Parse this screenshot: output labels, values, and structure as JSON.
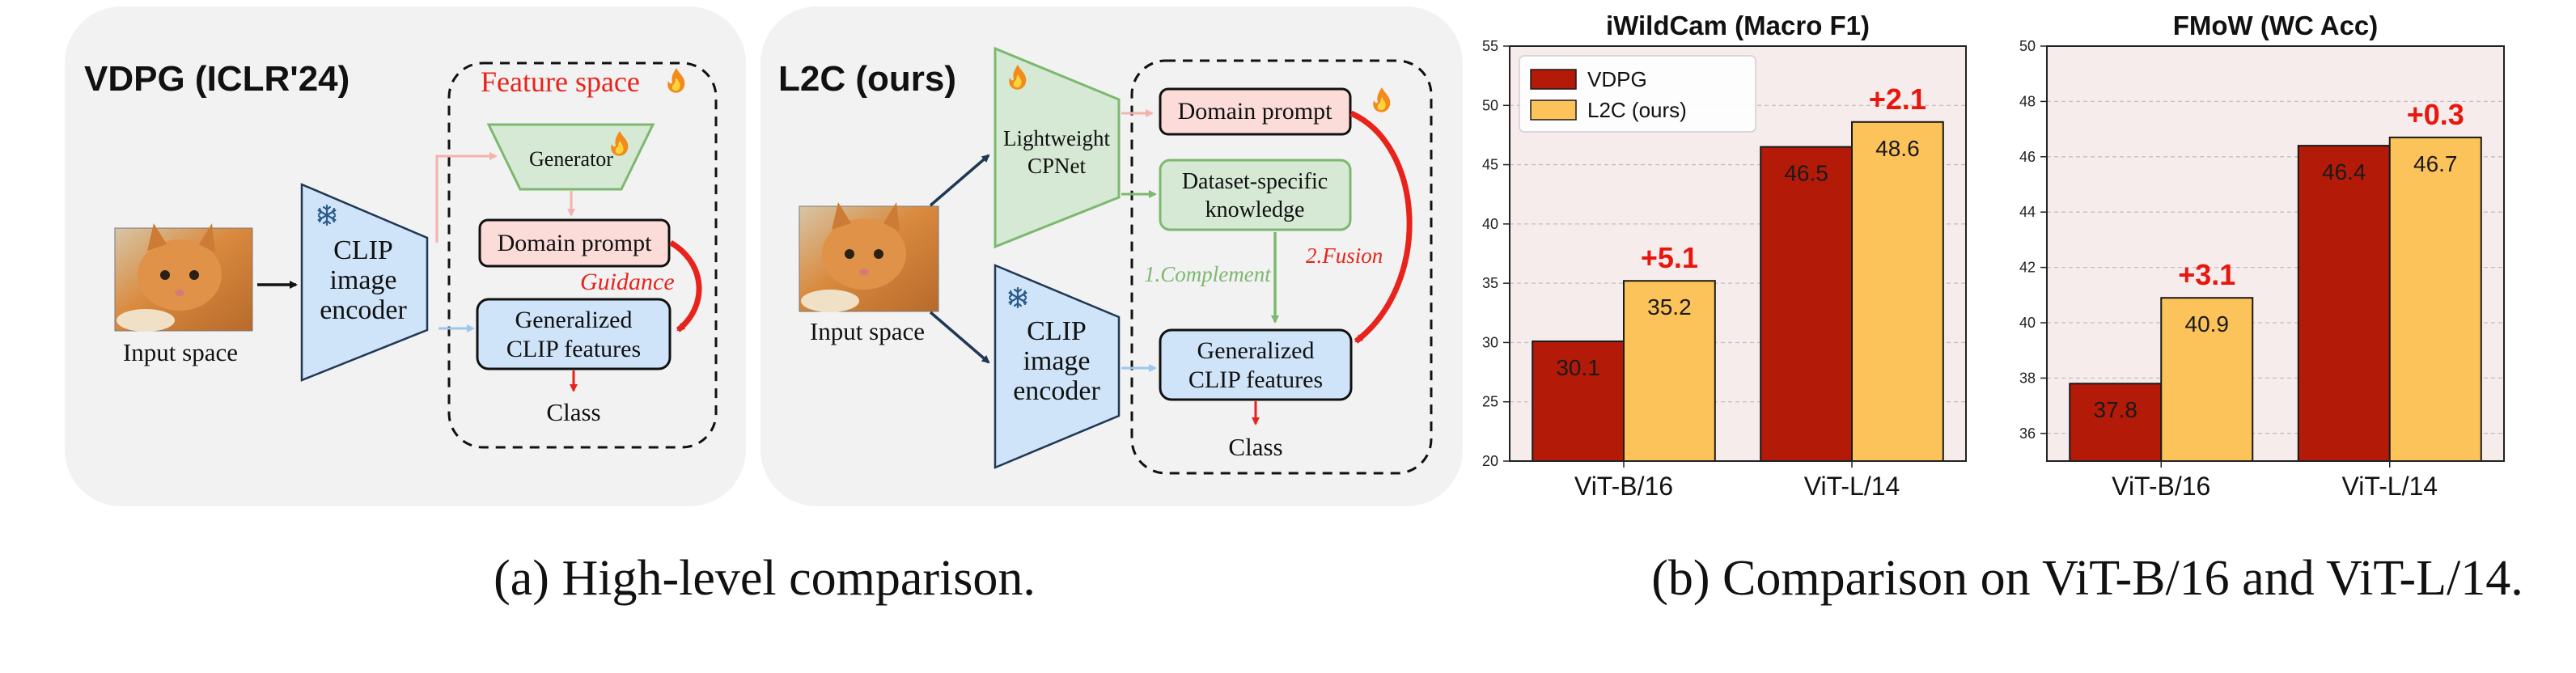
{
  "panel_a": {
    "vdpg": {
      "title": "VDPG (ICLR'24)",
      "feature_space": "Feature space",
      "generator": "Generator",
      "domain_prompt": "Domain prompt",
      "guidance": "Guidance",
      "generalized_line1": "Generalized",
      "generalized_line2": "CLIP features",
      "class": "Class",
      "input_space": "Input space",
      "encoder_line1": "CLIP",
      "encoder_line2": "image",
      "encoder_line3": "encoder"
    },
    "l2c": {
      "title": "L2C (ours)",
      "cpnet_line1": "Lightweight",
      "cpnet_line2": "CPNet",
      "domain_prompt": "Domain prompt",
      "knowledge_line1": "Dataset-specific",
      "knowledge_line2": "knowledge",
      "complement": "1.Complement",
      "fusion": "2.Fusion",
      "generalized_line1": "Generalized",
      "generalized_line2": "CLIP features",
      "class": "Class",
      "input_space": "Input space",
      "encoder_line1": "CLIP",
      "encoder_line2": "image",
      "encoder_line3": "encoder"
    },
    "caption": "(a) High-level comparison."
  },
  "colors": {
    "panel_bg": "#f2f2f2",
    "vdpg_bar": "#b31a08",
    "l2c_bar": "#fbc35a",
    "plot_bg": "#f6ecec",
    "gain_text": "#e8160e",
    "green_fill": "#d5e9d4",
    "green_edge": "#7db86f",
    "blue_fill": "#cfe4f8",
    "pink_fill": "#fbdcd8",
    "navy_arrow": "#1f3854",
    "red_arrow": "#e8231c"
  },
  "chart_data": [
    {
      "type": "bar",
      "title": "iWildCam (Macro F1)",
      "categories": [
        "ViT-B/16",
        "ViT-L/14"
      ],
      "series": [
        {
          "name": "VDPG",
          "values": [
            30.1,
            46.5
          ]
        },
        {
          "name": "L2C (ours)",
          "values": [
            35.2,
            48.6
          ]
        }
      ],
      "value_labels": {
        "VDPG": [
          "30.1",
          "46.5"
        ],
        "L2C (ours)": [
          "35.2",
          "48.6"
        ]
      },
      "gains": [
        "+5.1",
        "+2.1"
      ],
      "ylim": [
        20,
        55
      ],
      "yticks": [
        "20",
        "25",
        "30",
        "35",
        "40",
        "45",
        "50",
        "55"
      ],
      "ytick_values": [
        20,
        25,
        30,
        35,
        40,
        45,
        50,
        55
      ],
      "grid": true,
      "legend": "top-left"
    },
    {
      "type": "bar",
      "title": "FMoW (WC Acc)",
      "categories": [
        "ViT-B/16",
        "ViT-L/14"
      ],
      "series": [
        {
          "name": "VDPG",
          "values": [
            37.8,
            46.4
          ]
        },
        {
          "name": "L2C (ours)",
          "values": [
            40.9,
            46.7
          ]
        }
      ],
      "value_labels": {
        "VDPG": [
          "37.8",
          "46.4"
        ],
        "L2C (ours)": [
          "40.9",
          "46.7"
        ]
      },
      "gains": [
        "+3.1",
        "+0.3"
      ],
      "ylim": [
        35,
        50
      ],
      "yticks": [
        "36",
        "38",
        "40",
        "42",
        "44",
        "46",
        "48",
        "50"
      ],
      "ytick_values": [
        36,
        38,
        40,
        42,
        44,
        46,
        48,
        50
      ],
      "grid": true
    }
  ],
  "caption_b": "(b) Comparison on ViT-B/16 and ViT-L/14."
}
